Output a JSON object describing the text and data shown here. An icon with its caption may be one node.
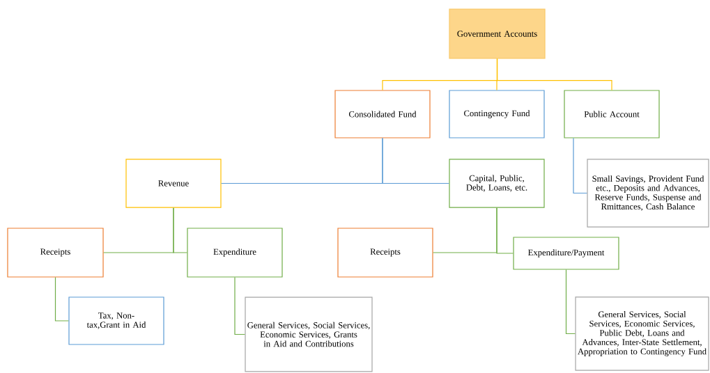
{
  "diagram": {
    "nodes": [
      {
        "text": [
          "Government Accounts"
        ]
      },
      {
        "text": [
          "Consolidated Fund"
        ]
      },
      {
        "text": [
          "Contingency Fund"
        ]
      },
      {
        "text": [
          "Public Account"
        ]
      },
      {
        "text": [
          "Revenue"
        ]
      },
      {
        "text": [
          "Capital, Public, Debt, Loans, etc."
        ]
      },
      {
        "text": [
          "Small Savings, Provident Fund etc., Deposits and Advances, Reserve Funds, Suspense and Rmittances, Cash Balance"
        ]
      },
      {
        "text": [
          "Receipts"
        ]
      },
      {
        "text": [
          "Expenditure"
        ]
      },
      {
        "text": [
          "Tax, Non-tax,Grant in Aid"
        ]
      },
      {
        "text": [
          "General Services, Social Services, Economic Services, Grants in Aid and Contributions"
        ]
      },
      {
        "text": [
          "Receipts"
        ]
      },
      {
        "text": [
          "Expenditure/Payment"
        ]
      },
      {
        "text": [
          "General Services, Social Services, Economic Services, Public Debt, Loans and Advances, Inter-State Settlement, Appropriation to Contingency Fund"
        ]
      }
    ],
    "edges": [
      {
        "from": 0,
        "to": 1,
        "arrow": "none",
        "color": "#ffc000"
      },
      {
        "from": 0,
        "to": 2,
        "arrow": "none",
        "color": "#ffc000"
      },
      {
        "from": 0,
        "to": 3,
        "arrow": "none",
        "color": "#ffc000"
      },
      {
        "from": 1,
        "to": 4,
        "arrow": "none",
        "color": "#5b9bd5"
      },
      {
        "from": 1,
        "to": 5,
        "arrow": "none",
        "color": "#5b9bd5"
      },
      {
        "from": 3,
        "to": 6,
        "arrow": "none",
        "color": "#5b9bd5"
      },
      {
        "from": 4,
        "to": 7,
        "arrow": "none"
      },
      {
        "from": 4,
        "to": 8,
        "arrow": "none"
      },
      {
        "from": 7,
        "to": 9,
        "arrow": "none"
      },
      {
        "from": 8,
        "to": 10,
        "arrow": "none"
      },
      {
        "from": 5,
        "to": 11,
        "arrow": "none"
      },
      {
        "from": 5,
        "to": 12,
        "arrow": "none"
      },
      {
        "from": 12,
        "to": 13,
        "arrow": "none"
      }
    ]
  }
}
